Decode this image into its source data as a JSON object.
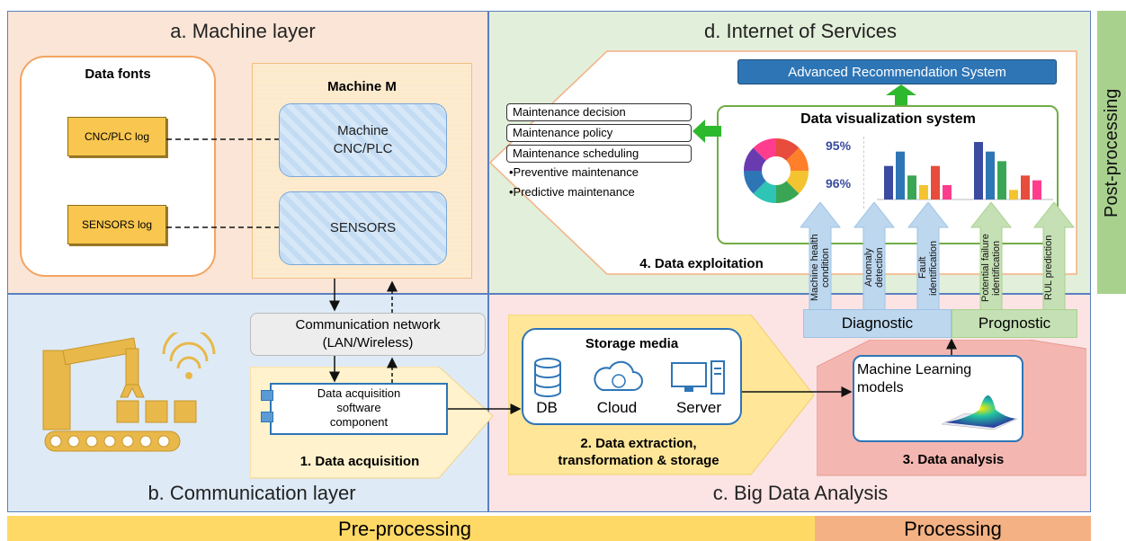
{
  "layers": {
    "machine": "a. Machine layer",
    "internet": "d. Internet of Services",
    "communication": "b. Communication layer",
    "bigdata": "c. Big Data Analysis"
  },
  "phases": {
    "post": "Post-processing",
    "pre": "Pre-processing",
    "processing": "Processing"
  },
  "data_fonts": {
    "title": "Data fonts",
    "cnc_log": "CNC/PLC log",
    "sensors_log": "SENSORS log"
  },
  "machine": {
    "title": "Machine M",
    "cnc_line1": "Machine",
    "cnc_line2": "CNC/PLC",
    "sensors": "SENSORS"
  },
  "network": {
    "line1": "Communication network",
    "line2": "(LAN/Wireless)"
  },
  "acquisition": {
    "component_line1": "Data acquisition",
    "component_line2": "software",
    "component_line3": "component",
    "step": "1. Data acquisition"
  },
  "storage": {
    "title": "Storage media",
    "db": "DB",
    "cloud": "Cloud",
    "server": "Server",
    "step_line1": "2. Data extraction,",
    "step_line2": "transformation & storage"
  },
  "analysis": {
    "ml_line1": "Machine Learning",
    "ml_line2": "models",
    "step": "3. Data analysis",
    "diagnostic": "Diagnostic",
    "prognostic": "Prognostic",
    "diag_items": [
      "Machine health condition",
      "Anomaly detection",
      "Fault identification"
    ],
    "prog_items": [
      "Potential failure identification",
      "RUL prediction"
    ]
  },
  "exploitation": {
    "step": "4. Data exploitation",
    "recommendation": "Advanced Recommendation System",
    "visualization": "Data visualization system",
    "kpi1": "95%",
    "kpi2": "96%",
    "maintenance": [
      "Maintenance decision",
      "Maintenance policy",
      "Maintenance scheduling"
    ],
    "bullets": [
      "•Preventive maintenance",
      "•Predictive maintenance"
    ]
  },
  "colors": {
    "machine_bg": "#fbe5d6",
    "internet_bg": "#e2efda",
    "comm_bg": "#deebf7",
    "bigdata_bg": "#fce4e4",
    "diag_arrow": "#bdd7ee",
    "prog_arrow": "#c5e0b4",
    "pre_bar": "#ffd966",
    "proc_bar": "#f4b183",
    "post_bar": "#a9d18e",
    "green_arrow": "#2eb82e",
    "rec_box": "#2e75b6"
  },
  "chart_data": {
    "type": "bar",
    "series": [
      {
        "values": [
          7,
          10,
          5,
          3,
          7,
          3
        ]
      },
      {
        "values": [
          12,
          10,
          8,
          2,
          5,
          4
        ]
      }
    ],
    "donut_segments": 8
  }
}
